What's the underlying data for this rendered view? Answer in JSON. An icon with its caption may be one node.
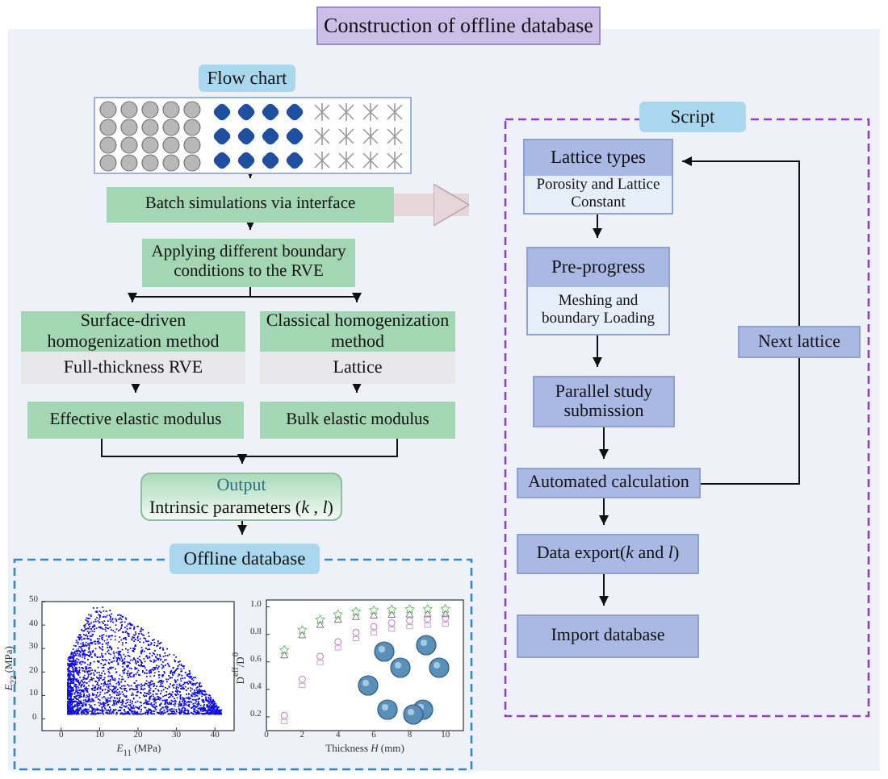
{
  "diagram": {
    "title": "Construction of offline database",
    "nodes": [
      {
        "text": [
          "Flow chart"
        ]
      },
      {
        "text": [],
        "shape": "picture"
      },
      {
        "text": [
          "Batch simulations via interface"
        ]
      },
      {
        "text": [
          "Applying different boundary conditions to the RVE"
        ]
      },
      {
        "text": [
          "Surface-driven homogenization method",
          "Full-thickness RVE"
        ]
      },
      {
        "text": [
          "Classical homogenization method",
          "Lattice"
        ]
      },
      {
        "text": [
          "Effective elastic modulus"
        ]
      },
      {
        "text": [
          "Bulk elastic modulus"
        ]
      },
      {
        "text": [
          "Output",
          "Intrinsic parameters (*k* , *l*)"
        ]
      },
      {
        "text": [
          "Offline database"
        ]
      },
      {
        "text": [],
        "shape": "box"
      },
      {
        "text": [
          "Script"
        ]
      },
      {
        "text": [],
        "shape": "box"
      },
      {
        "text": [
          "Lattice types",
          "Porosity and Lattice Constant"
        ],
        "in": 12
      },
      {
        "text": [
          "Pre-progress",
          "Meshing and boundary Loading"
        ],
        "in": 12
      },
      {
        "text": [
          "Parallel study submission"
        ],
        "in": 12
      },
      {
        "text": [
          "Automated calculation"
        ],
        "in": 12
      },
      {
        "text": [
          "Data export(*k* and *l*)"
        ],
        "in": 12
      },
      {
        "text": [
          "Import database"
        ],
        "in": 12
      },
      {
        "text": [
          "Next lattice"
        ],
        "in": 12
      }
    ],
    "edges": [
      {
        "from": 1,
        "to": 2,
        "arrow": "to"
      },
      {
        "from": 2,
        "to": 3,
        "arrow": "to"
      },
      {
        "from": 3,
        "to": 4,
        "arrow": "to"
      },
      {
        "from": 3,
        "to": 5,
        "arrow": "to"
      },
      {
        "from": 4,
        "to": 6,
        "arrow": "to"
      },
      {
        "from": 5,
        "to": 7,
        "arrow": "to"
      },
      {
        "from": 6,
        "to": 8,
        "arrow": "to"
      },
      {
        "from": 7,
        "to": 8,
        "arrow": "to"
      },
      {
        "from": 8,
        "to": 9,
        "arrow": "to"
      },
      {
        "from": 2,
        "to": 12,
        "arrow": "to",
        "style": "thick",
        "color": "#e6d6da"
      },
      {
        "from": 13,
        "to": 14,
        "arrow": "to"
      },
      {
        "from": 14,
        "to": 15,
        "arrow": "to"
      },
      {
        "from": 15,
        "to": 16,
        "arrow": "to"
      },
      {
        "from": 16,
        "to": 17,
        "arrow": "to"
      },
      {
        "from": 17,
        "to": 18,
        "arrow": "to"
      },
      {
        "from": 16,
        "to": 19,
        "arrow": "none"
      },
      {
        "from": 19,
        "to": 13,
        "arrow": "to"
      }
    ],
    "labels": [
      "50",
      "40",
      "30",
      "20",
      "10",
      "0",
      "*E*$_{22}$ (MPa)",
      "0",
      "10",
      "20",
      "30",
      "40",
      "*E*$_{11}$ (MPa)",
      "1.0",
      "0.8",
      "0.6",
      "0.4",
      "0.2",
      "D$^{eff}$/D$^{0}$",
      "0",
      "2",
      "4",
      "6",
      "8",
      "10",
      "Thickness *H* (mm)"
    ]
  }
}
